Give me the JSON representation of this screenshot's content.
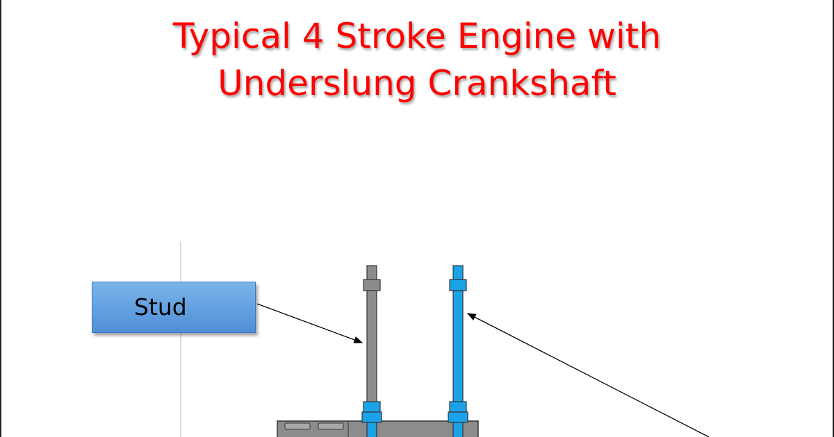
{
  "title": {
    "line1": "Typical 4 Stroke Engine with",
    "line2": "Underslung Crankshaft"
  },
  "labels": {
    "stud": "Stud"
  },
  "colors": {
    "title": "#ff0000",
    "label_box": "#5b9bd5",
    "stud_gray": "#8c8c8c",
    "stud_blue": "#1aa3e8",
    "block_gray": "#8c8c8c",
    "outline": "#333333"
  }
}
